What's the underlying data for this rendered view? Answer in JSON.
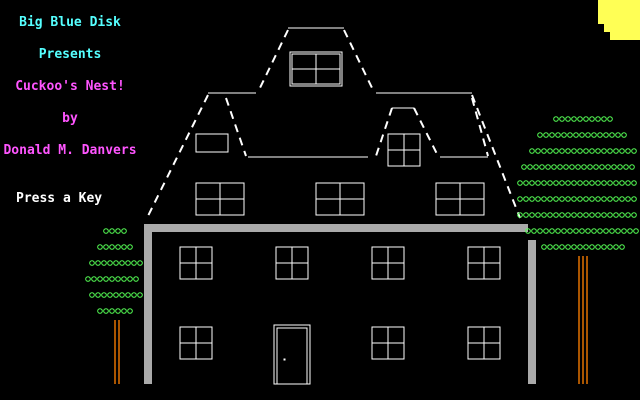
{
  "title_screen": {
    "line1": "Big Blue Disk",
    "line2": "Presents",
    "line3": "Cuckoo's Nest!",
    "line4": "by",
    "line5": "Donald M. Danvers",
    "prompt": "Press a Key"
  },
  "colors": {
    "background": "#000000",
    "cyan_text": "#55ffff",
    "magenta_text": "#ff55ff",
    "white": "#ffffff",
    "wall_grey": "#aaaaaa",
    "moon_yellow": "#ffff55",
    "tree_green": "#55ff55",
    "trunk_brown": "#aa5500"
  }
}
